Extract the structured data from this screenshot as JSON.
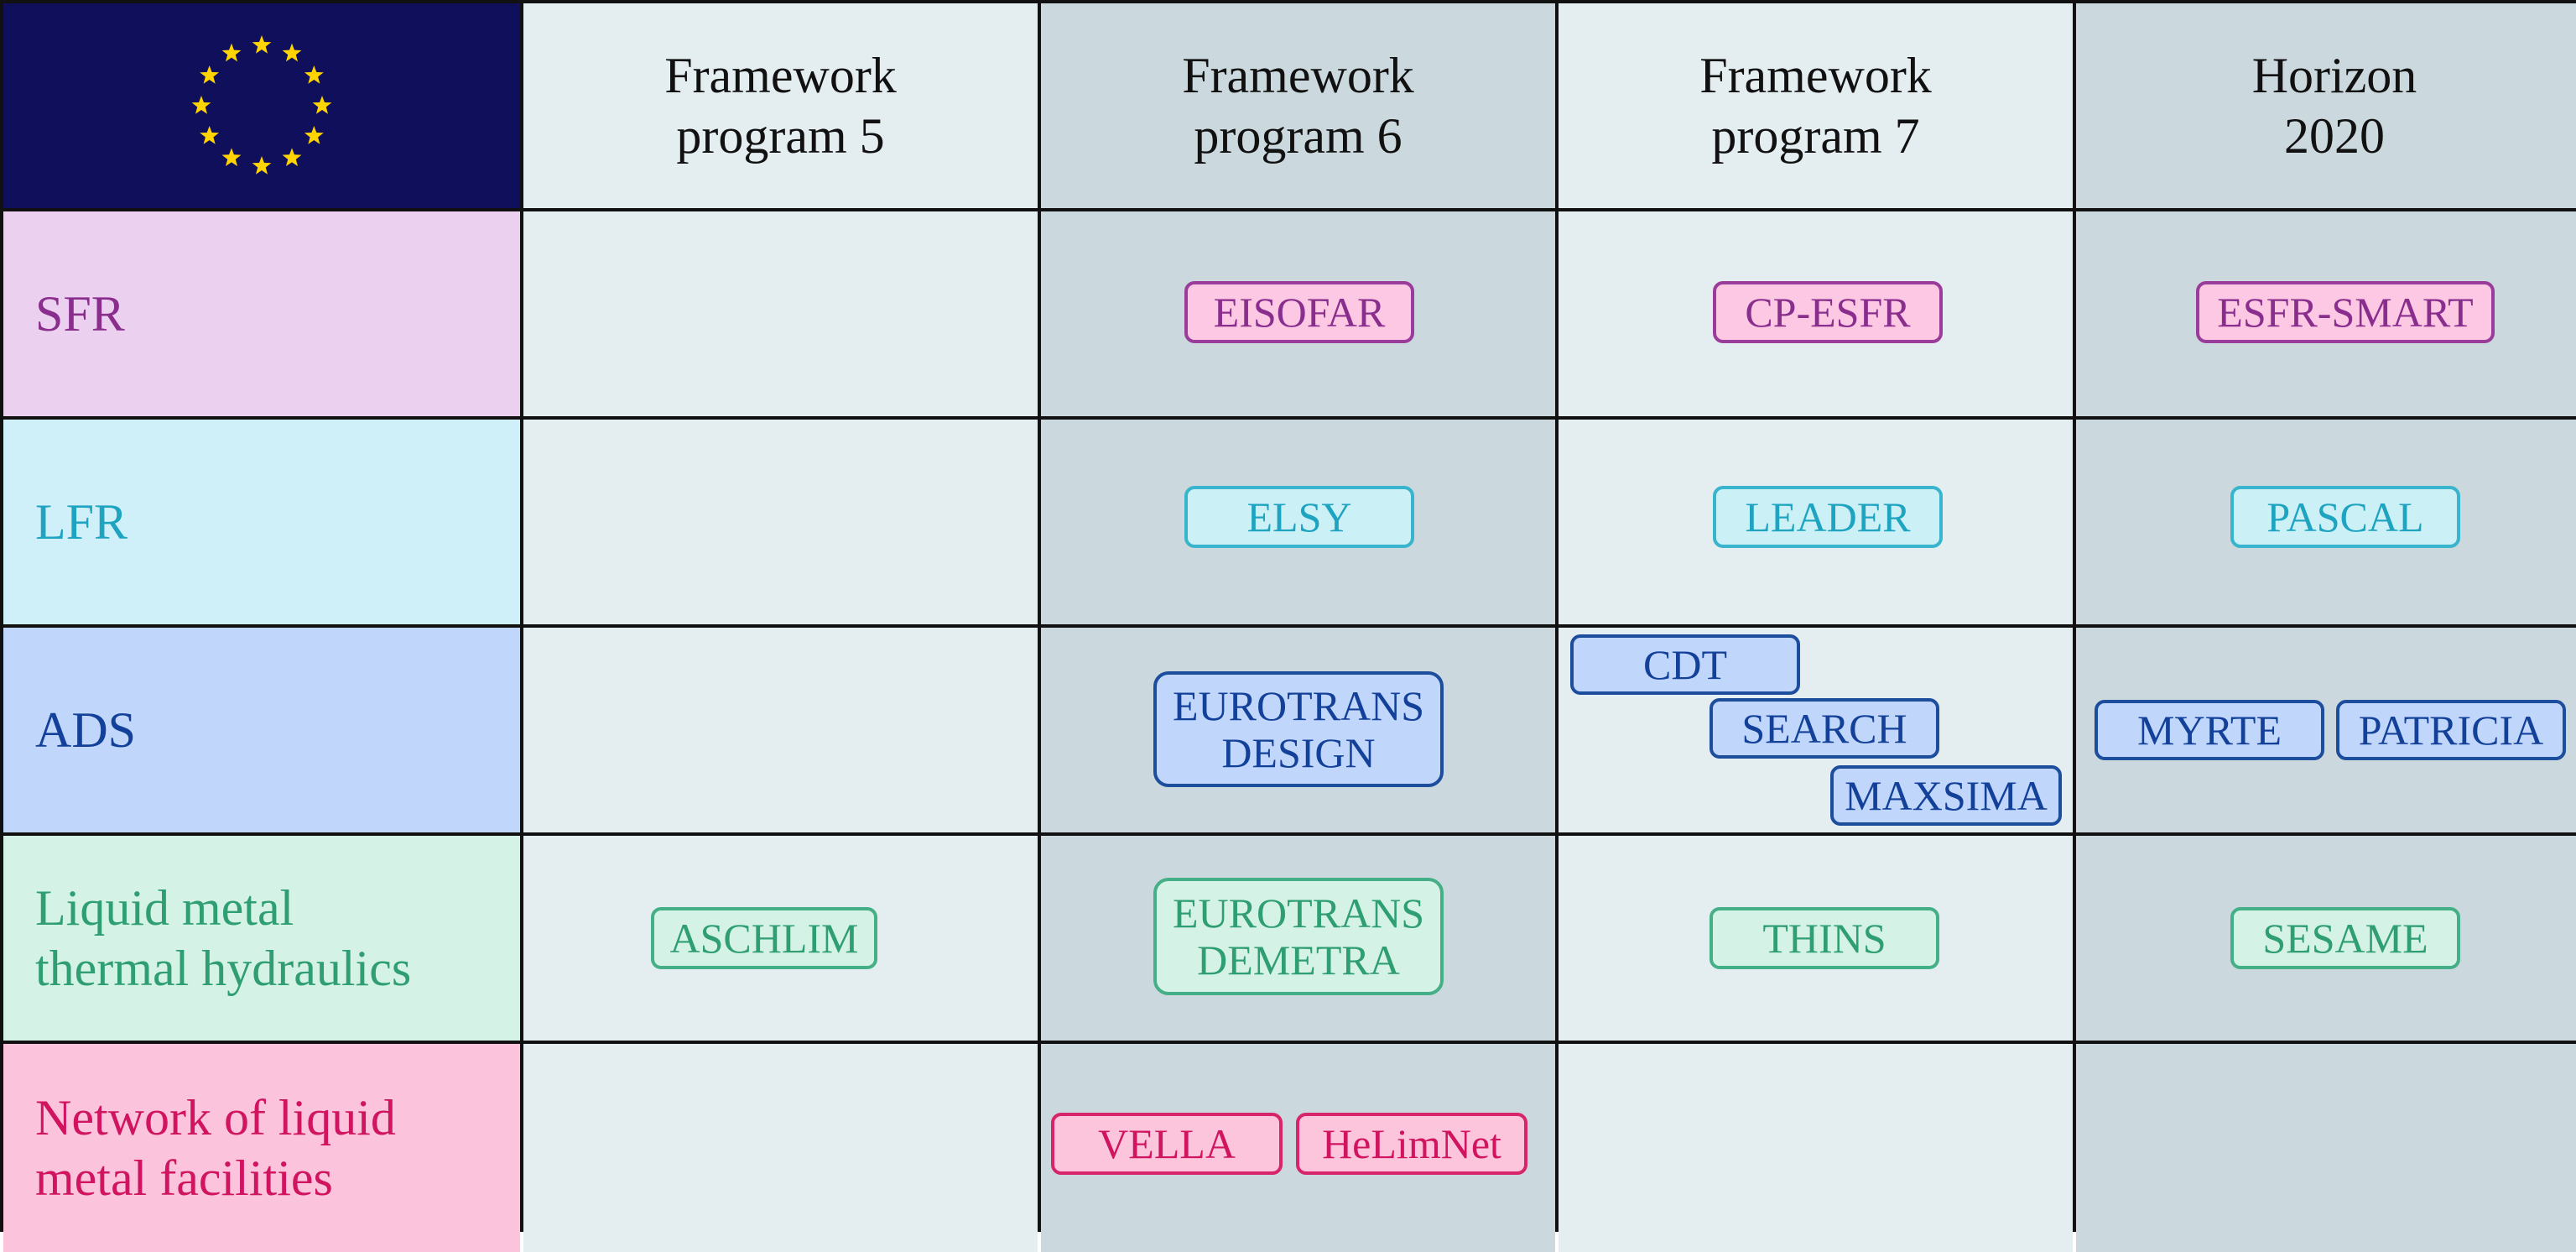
{
  "columns": [
    {
      "line1": "Framework",
      "line2": "program 5"
    },
    {
      "line1": "Framework",
      "line2": "program 6"
    },
    {
      "line1": "Framework",
      "line2": "program 7"
    },
    {
      "line1": "Horizon",
      "line2": "2020"
    }
  ],
  "rows": {
    "sfr": {
      "line1": "SFR",
      "color": "#8a2e8e"
    },
    "lfr": {
      "line1": "LFR",
      "color": "#1ea3c1"
    },
    "ads": {
      "line1": "ADS",
      "color": "#13419a"
    },
    "lmth": {
      "line1": "Liquid metal",
      "line2": "thermal hydraulics",
      "color": "#2f9e72"
    },
    "net": {
      "line1": "Network of liquid",
      "line2": "metal facilities",
      "color": "#d0145f"
    }
  },
  "projects": {
    "sfr": {
      "fp6": "EISOFAR",
      "fp7": "CP-ESFR",
      "h2020": "ESFR-SMART"
    },
    "lfr": {
      "fp6": "ELSY",
      "fp7": "LEADER",
      "h2020": "PASCAL"
    },
    "ads": {
      "fp6_line1": "EUROTRANS",
      "fp6_line2": "DESIGN",
      "fp7_a": "CDT",
      "fp7_b": "SEARCH",
      "fp7_c": "MAXSIMA",
      "h2020_a": "MYRTE",
      "h2020_b": "PATRICIA"
    },
    "lmth": {
      "fp5": "ASCHLIM",
      "fp6_line1": "EUROTRANS",
      "fp6_line2": "DEMETRA",
      "fp7": "THINS",
      "h2020": "SESAME"
    },
    "net": {
      "fp6_a": "VELLA",
      "fp6_b": "HeLimNet"
    }
  },
  "colors": {
    "flag_blue": "#0f0f5c",
    "star_yellow": "#ffd400",
    "column_light": "#e4edf0",
    "column_dark": "#cbd8dd",
    "row_sfr": "#ecd0ef",
    "row_lfr": "#d0f0f9",
    "row_ads": "#c1d6fb",
    "row_lmth": "#d4f3e6",
    "row_net": "#fbc3dc"
  },
  "icons": {
    "flag": "eu-flag-icon"
  }
}
